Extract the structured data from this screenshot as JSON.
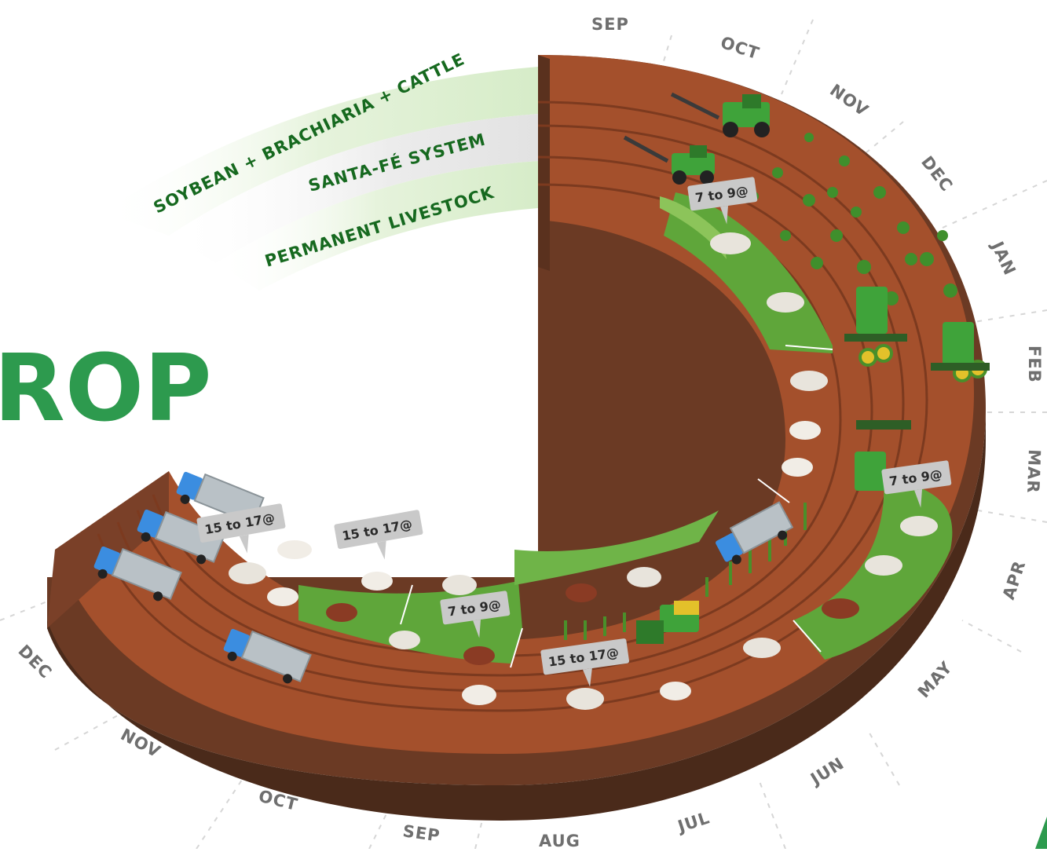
{
  "title_fragment": "ROP",
  "systems": [
    {
      "label": "SOYBEAN + BRACHIARIA + CATTLE"
    },
    {
      "label": "SANTA-FÉ SYSTEM"
    },
    {
      "label": "PERMANENT LIVESTOCK"
    }
  ],
  "months_outer": [
    "SEP",
    "OCT",
    "NOV",
    "DEC",
    "JAN",
    "FEB",
    "MAR",
    "APR",
    "MAY",
    "JUN",
    "JUL",
    "AUG",
    "SEP",
    "OCT",
    "NOV",
    "DEC"
  ],
  "weight_tags": [
    "7 to 9@",
    "7 to 9@",
    "7 to 9@",
    "15 to 17@",
    "15 to 17@",
    "15 to 17@"
  ],
  "colors": {
    "soil_top": "#a4502c",
    "soil_side": "#6b3a24",
    "soil_dark": "#4a2a1a",
    "grass": "#5fa63a",
    "grass_light": "#8cc45a",
    "banner": "#dff0d4",
    "title_green": "#2d9a4e",
    "label_green": "#16691f",
    "month_gray": "#6f6f6f",
    "tag_gray": "#c9c9c9"
  },
  "icons": [
    "tractor-icon",
    "harvester-icon",
    "truck-icon",
    "cattle-icon",
    "soybean-plant-icon",
    "corn-plant-icon",
    "fence-icon"
  ]
}
